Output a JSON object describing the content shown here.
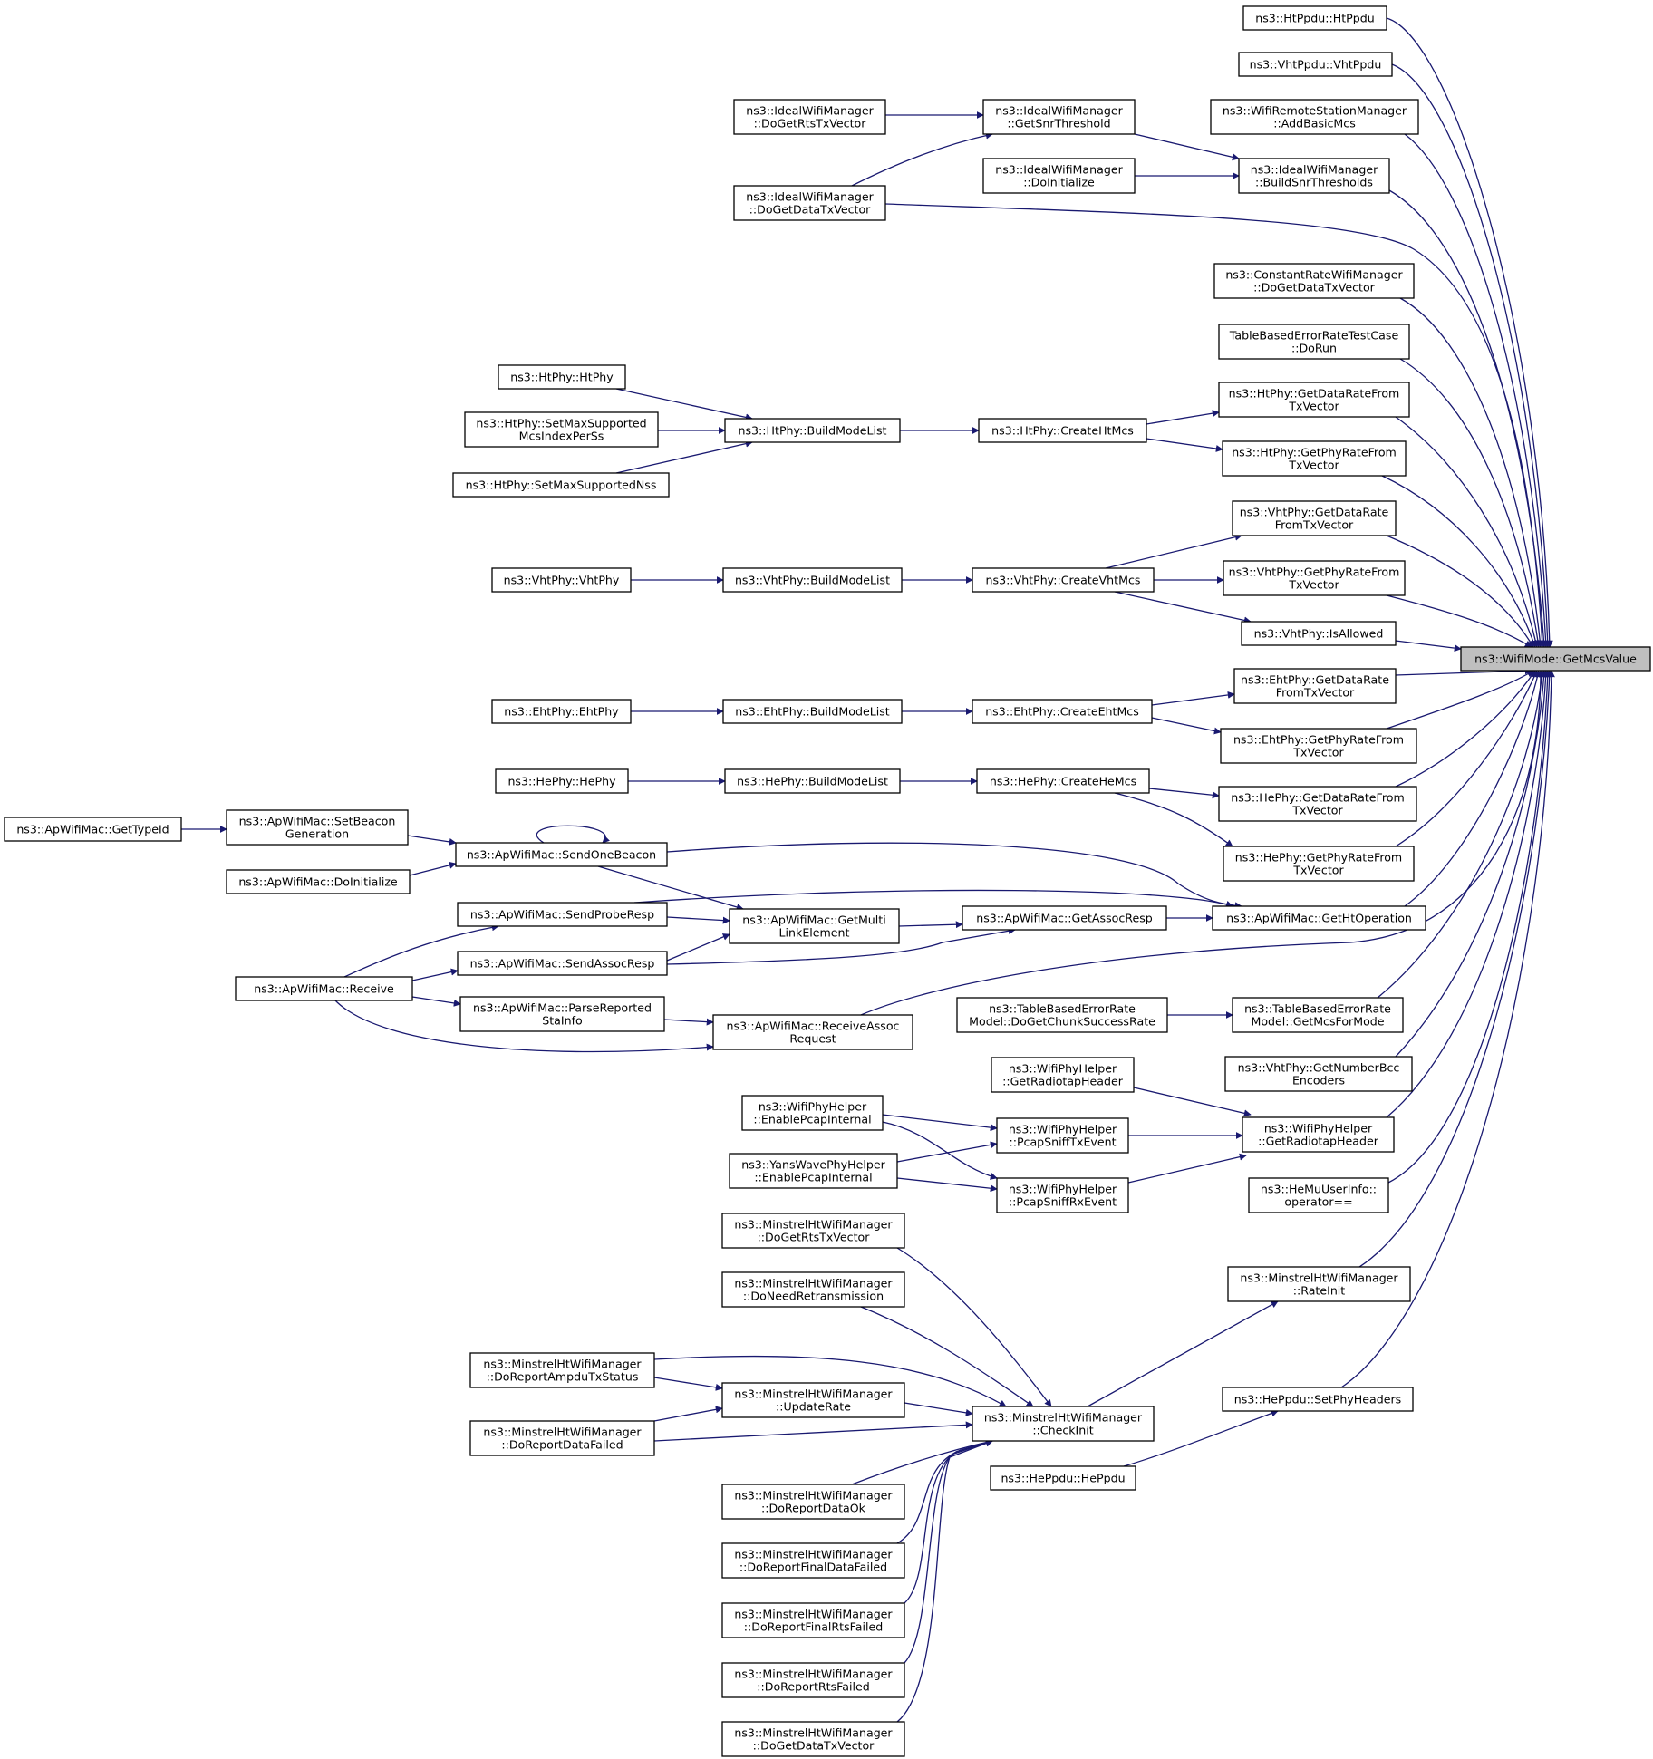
{
  "graph": {
    "title": "",
    "edge_color": "#191970",
    "target_fill": "#bfbfbf",
    "nodes": [
      {
        "id": "target",
        "lines": [
          "ns3::WifiMode::GetMcsValue"
        ],
        "target": true
      },
      {
        "id": "htppdu",
        "lines": [
          "ns3::HtPpdu::HtPpdu"
        ]
      },
      {
        "id": "vhtppdu",
        "lines": [
          "ns3::VhtPpdu::VhtPpdu"
        ]
      },
      {
        "id": "addbasicmcs",
        "lines": [
          "ns3::WifiRemoteStationManager",
          "::AddBasicMcs"
        ]
      },
      {
        "id": "ideal_build",
        "lines": [
          "ns3::IdealWifiManager",
          "::BuildSnrThresholds"
        ]
      },
      {
        "id": "ideal_getsnr",
        "lines": [
          "ns3::IdealWifiManager",
          "::GetSnrThreshold"
        ]
      },
      {
        "id": "ideal_rts",
        "lines": [
          "ns3::IdealWifiManager",
          "::DoGetRtsTxVector"
        ]
      },
      {
        "id": "ideal_data",
        "lines": [
          "ns3::IdealWifiManager",
          "::DoGetDataTxVector"
        ]
      },
      {
        "id": "ideal_init",
        "lines": [
          "ns3::IdealWifiManager",
          "::DoInitialize"
        ]
      },
      {
        "id": "constrate",
        "lines": [
          "ns3::ConstantRateWifiManager",
          "::DoGetDataTxVector"
        ]
      },
      {
        "id": "tablerun",
        "lines": [
          "TableBasedErrorRateTestCase",
          "::DoRun"
        ]
      },
      {
        "id": "ht_gdr",
        "lines": [
          "ns3::HtPhy::GetDataRateFrom",
          "TxVector"
        ]
      },
      {
        "id": "ht_gpr",
        "lines": [
          "ns3::HtPhy::GetPhyRateFrom",
          "TxVector"
        ]
      },
      {
        "id": "ht_create",
        "lines": [
          "ns3::HtPhy::CreateHtMcs"
        ]
      },
      {
        "id": "ht_bml",
        "lines": [
          "ns3::HtPhy::BuildModeList"
        ]
      },
      {
        "id": "ht_htphy",
        "lines": [
          "ns3::HtPhy::HtPhy"
        ]
      },
      {
        "id": "ht_setmcs",
        "lines": [
          "ns3::HtPhy::SetMaxSupported",
          "McsIndexPerSs"
        ]
      },
      {
        "id": "ht_setnss",
        "lines": [
          "ns3::HtPhy::SetMaxSupportedNss"
        ]
      },
      {
        "id": "vht_gdr",
        "lines": [
          "ns3::VhtPhy::GetDataRate",
          "FromTxVector"
        ]
      },
      {
        "id": "vht_gpr",
        "lines": [
          "ns3::VhtPhy::GetPhyRateFrom",
          "TxVector"
        ]
      },
      {
        "id": "vht_allowed",
        "lines": [
          "ns3::VhtPhy::IsAllowed"
        ]
      },
      {
        "id": "vht_create",
        "lines": [
          "ns3::VhtPhy::CreateVhtMcs"
        ]
      },
      {
        "id": "vht_bml",
        "lines": [
          "ns3::VhtPhy::BuildModeList"
        ]
      },
      {
        "id": "vht_vhtphy",
        "lines": [
          "ns3::VhtPhy::VhtPhy"
        ]
      },
      {
        "id": "eht_gdr",
        "lines": [
          "ns3::EhtPhy::GetDataRate",
          "FromTxVector"
        ]
      },
      {
        "id": "eht_gpr",
        "lines": [
          "ns3::EhtPhy::GetPhyRateFrom",
          "TxVector"
        ]
      },
      {
        "id": "eht_create",
        "lines": [
          "ns3::EhtPhy::CreateEhtMcs"
        ]
      },
      {
        "id": "eht_bml",
        "lines": [
          "ns3::EhtPhy::BuildModeList"
        ]
      },
      {
        "id": "eht_ehtphy",
        "lines": [
          "ns3::EhtPhy::EhtPhy"
        ]
      },
      {
        "id": "he_gdr",
        "lines": [
          "ns3::HePhy::GetDataRateFrom",
          "TxVector"
        ]
      },
      {
        "id": "he_gpr",
        "lines": [
          "ns3::HePhy::GetPhyRateFrom",
          "TxVector"
        ]
      },
      {
        "id": "he_create",
        "lines": [
          "ns3::HePhy::CreateHeMcs"
        ]
      },
      {
        "id": "he_bml",
        "lines": [
          "ns3::HePhy::BuildModeList"
        ]
      },
      {
        "id": "he_hephy",
        "lines": [
          "ns3::HePhy::HePhy"
        ]
      },
      {
        "id": "ap_htop",
        "lines": [
          "ns3::ApWifiMac::GetHtOperation"
        ]
      },
      {
        "id": "ap_assocresp",
        "lines": [
          "ns3::ApWifiMac::GetAssocResp"
        ]
      },
      {
        "id": "ap_multilink",
        "lines": [
          "ns3::ApWifiMac::GetMulti",
          "LinkElement"
        ]
      },
      {
        "id": "ap_sendbeacon",
        "lines": [
          "ns3::ApWifiMac::SendOneBeacon"
        ]
      },
      {
        "id": "ap_setbeacon",
        "lines": [
          "ns3::ApWifiMac::SetBeacon",
          "Generation"
        ]
      },
      {
        "id": "ap_gettypeid",
        "lines": [
          "ns3::ApWifiMac::GetTypeId"
        ]
      },
      {
        "id": "ap_doinit",
        "lines": [
          "ns3::ApWifiMac::DoInitialize"
        ]
      },
      {
        "id": "ap_probe",
        "lines": [
          "ns3::ApWifiMac::SendProbeResp"
        ]
      },
      {
        "id": "ap_sendassoc",
        "lines": [
          "ns3::ApWifiMac::SendAssocResp"
        ]
      },
      {
        "id": "ap_receive",
        "lines": [
          "ns3::ApWifiMac::Receive"
        ]
      },
      {
        "id": "ap_parse",
        "lines": [
          "ns3::ApWifiMac::ParseReported",
          "StaInfo"
        ]
      },
      {
        "id": "ap_recvassoc",
        "lines": [
          "ns3::ApWifiMac::ReceiveAssoc",
          "Request"
        ]
      },
      {
        "id": "tb_getmcs",
        "lines": [
          "ns3::TableBasedErrorRate",
          "Model::GetMcsForMode"
        ]
      },
      {
        "id": "tb_chunk",
        "lines": [
          "ns3::TableBasedErrorRate",
          "Model::DoGetChunkSuccessRate"
        ]
      },
      {
        "id": "vht_bcc",
        "lines": [
          "ns3::VhtPhy::GetNumberBcc",
          "Encoders"
        ]
      },
      {
        "id": "wph_radio_r",
        "lines": [
          "ns3::WifiPhyHelper",
          "::GetRadiotapHeader"
        ]
      },
      {
        "id": "wph_radio_l",
        "lines": [
          "ns3::WifiPhyHelper",
          "::GetRadiotapHeader"
        ]
      },
      {
        "id": "wph_tx",
        "lines": [
          "ns3::WifiPhyHelper",
          "::PcapSniffTxEvent"
        ]
      },
      {
        "id": "wph_rx",
        "lines": [
          "ns3::WifiPhyHelper",
          "::PcapSniffRxEvent"
        ]
      },
      {
        "id": "wph_enable",
        "lines": [
          "ns3::WifiPhyHelper",
          "::EnablePcapInternal"
        ]
      },
      {
        "id": "yans_enable",
        "lines": [
          "ns3::YansWavePhyHelper",
          "::EnablePcapInternal"
        ]
      },
      {
        "id": "hemu_op",
        "lines": [
          "ns3::HeMuUserInfo::",
          "operator=="
        ]
      },
      {
        "id": "mht_rateinit",
        "lines": [
          "ns3::MinstrelHtWifiManager",
          "::RateInit"
        ]
      },
      {
        "id": "heppdu_set",
        "lines": [
          "ns3::HePpdu::SetPhyHeaders"
        ]
      },
      {
        "id": "heppdu_ctor",
        "lines": [
          "ns3::HePpdu::HePpdu"
        ]
      },
      {
        "id": "mht_checkinit",
        "lines": [
          "ns3::MinstrelHtWifiManager",
          "::CheckInit"
        ]
      },
      {
        "id": "mht_rts",
        "lines": [
          "ns3::MinstrelHtWifiManager",
          "::DoGetRtsTxVector"
        ]
      },
      {
        "id": "mht_needretx",
        "lines": [
          "ns3::MinstrelHtWifiManager",
          "::DoNeedRetransmission"
        ]
      },
      {
        "id": "mht_ampdu",
        "lines": [
          "ns3::MinstrelHtWifiManager",
          "::DoReportAmpduTxStatus"
        ]
      },
      {
        "id": "mht_update",
        "lines": [
          "ns3::MinstrelHtWifiManager",
          "::UpdateRate"
        ]
      },
      {
        "id": "mht_datafail",
        "lines": [
          "ns3::MinstrelHtWifiManager",
          "::DoReportDataFailed"
        ]
      },
      {
        "id": "mht_dataok",
        "lines": [
          "ns3::MinstrelHtWifiManager",
          "::DoReportDataOk"
        ]
      },
      {
        "id": "mht_finaldata",
        "lines": [
          "ns3::MinstrelHtWifiManager",
          "::DoReportFinalDataFailed"
        ]
      },
      {
        "id": "mht_finalrts",
        "lines": [
          "ns3::MinstrelHtWifiManager",
          "::DoReportFinalRtsFailed"
        ]
      },
      {
        "id": "mht_rtsfail",
        "lines": [
          "ns3::MinstrelHtWifiManager",
          "::DoReportRtsFailed"
        ]
      },
      {
        "id": "mht_datatx",
        "lines": [
          "ns3::MinstrelHtWifiManager",
          "::DoGetDataTxVector"
        ]
      }
    ]
  }
}
